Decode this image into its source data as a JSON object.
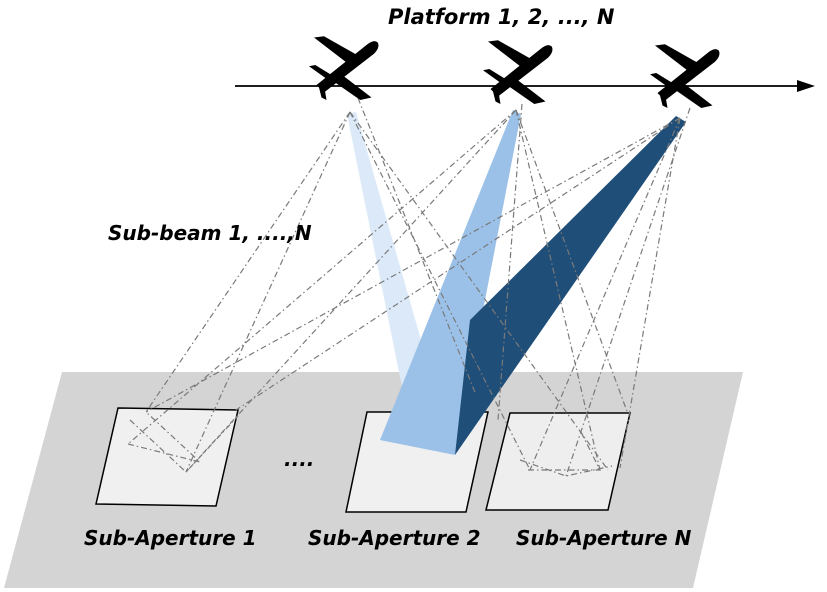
{
  "labels": {
    "platforms": "Platform 1, 2, ..., N",
    "subbeams": "Sub-beam 1, ....,N",
    "ellipsis": "....",
    "subaperture_1": "Sub-Aperture 1",
    "subaperture_2": "Sub-Aperture 2",
    "subaperture_n": "Sub-Aperture N"
  },
  "colors": {
    "ground": "#d4d4d4",
    "beam_1": "#dbe9f8",
    "beam_2": "#9bc1e8",
    "beam_n": "#1f4e79",
    "aircraft": "#000000"
  },
  "icons": {
    "aircraft": "airplane-icon"
  }
}
